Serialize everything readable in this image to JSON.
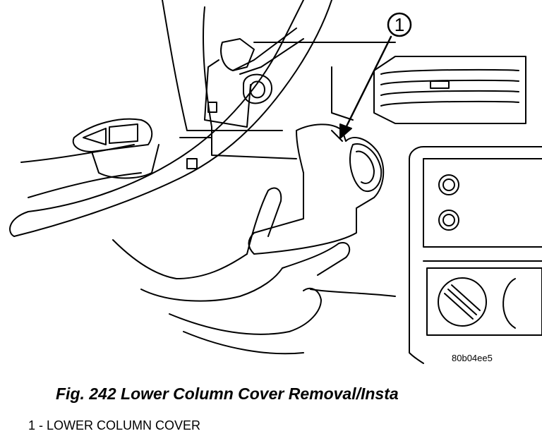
{
  "figure": {
    "callout_number": "1",
    "image_code": "80b04ee5",
    "caption": "Fig. 242 Lower Column Cover Removal/Insta",
    "legend": [
      {
        "text": "1 - LOWER COLUMN COVER"
      }
    ]
  }
}
